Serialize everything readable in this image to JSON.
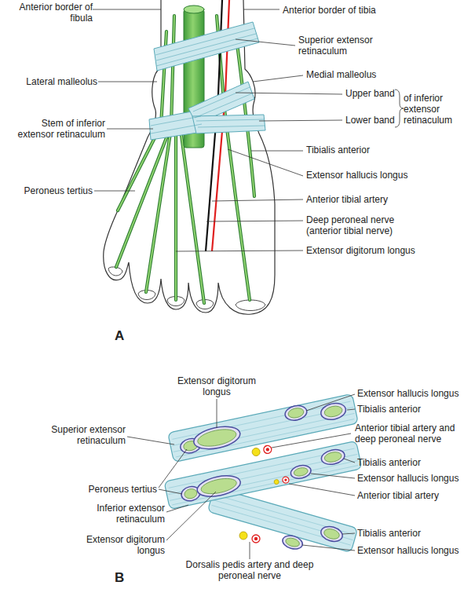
{
  "diagram": {
    "labels": [
      "Anterior border of fibula",
      "Anterior border of tibia",
      "Superior extensor retinaculum",
      "Lateral malleolus",
      "Medial malleolus",
      "Upper band",
      "of inferior extensor retinaculum",
      "Lower band",
      "Stem of inferior extensor retinaculum",
      "Tibialis anterior",
      "Peroneus tertius",
      "Extensor hallucis longus",
      "Anterior tibial artery",
      "Deep peroneal nerve (anterior tibial nerve)",
      "Extensor digitorum longus",
      "A",
      "Extensor digitorum longus",
      "Extensor hallucis longus",
      "Tibialis anterior",
      "Superior extensor retinaculum",
      "Anterior tibial artery and deep peroneal nerve",
      "Tibialis anterior",
      "Extensor hallucis longus",
      "Peroneus tertius",
      "Anterior tibial artery",
      "Inferior extensor retinaculum",
      "Extensor digitorum longus",
      "Tibialis anterior",
      "Extensor hallucis longus",
      "Dorsalis pedis artery and deep peroneal nerve",
      "B"
    ]
  }
}
